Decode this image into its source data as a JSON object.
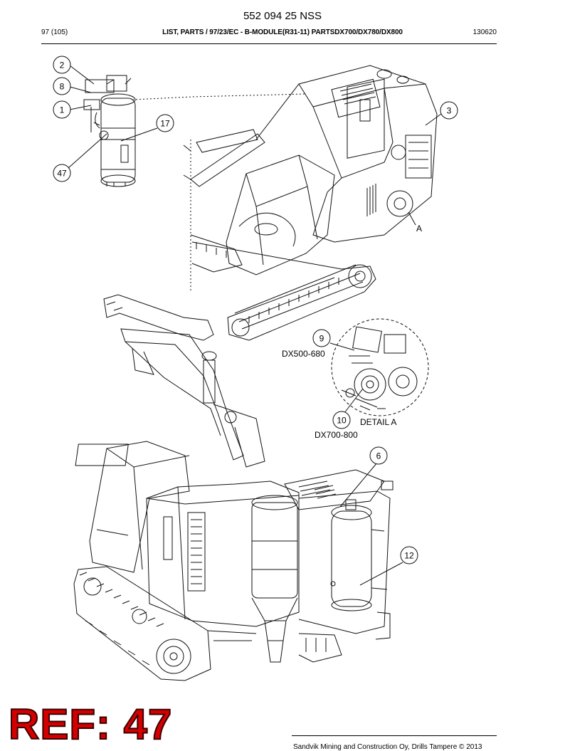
{
  "header": {
    "doc_number": "552 094 25 NSS",
    "page_ref": "97 (105)",
    "list_title": "LIST, PARTS / 97/23/EC - B-MODULE(R31-11) PARTSDX700/DX780/DX800",
    "date_code": "130620"
  },
  "callouts": {
    "c2": "2",
    "c8": "8",
    "c1": "1",
    "c17": "17",
    "c47": "47",
    "c3": "3",
    "c9": "9",
    "c10": "10",
    "c6": "6",
    "c12": "12"
  },
  "labels": {
    "a_marker": "A",
    "dx500": "DX500-680",
    "detail_a": "DETAIL A",
    "dx700": "DX700-800"
  },
  "stamp": {
    "text": "REF: 47"
  },
  "footer": {
    "text": "Sandvik Mining and Construction Oy, Drills Tampere © 2013"
  }
}
